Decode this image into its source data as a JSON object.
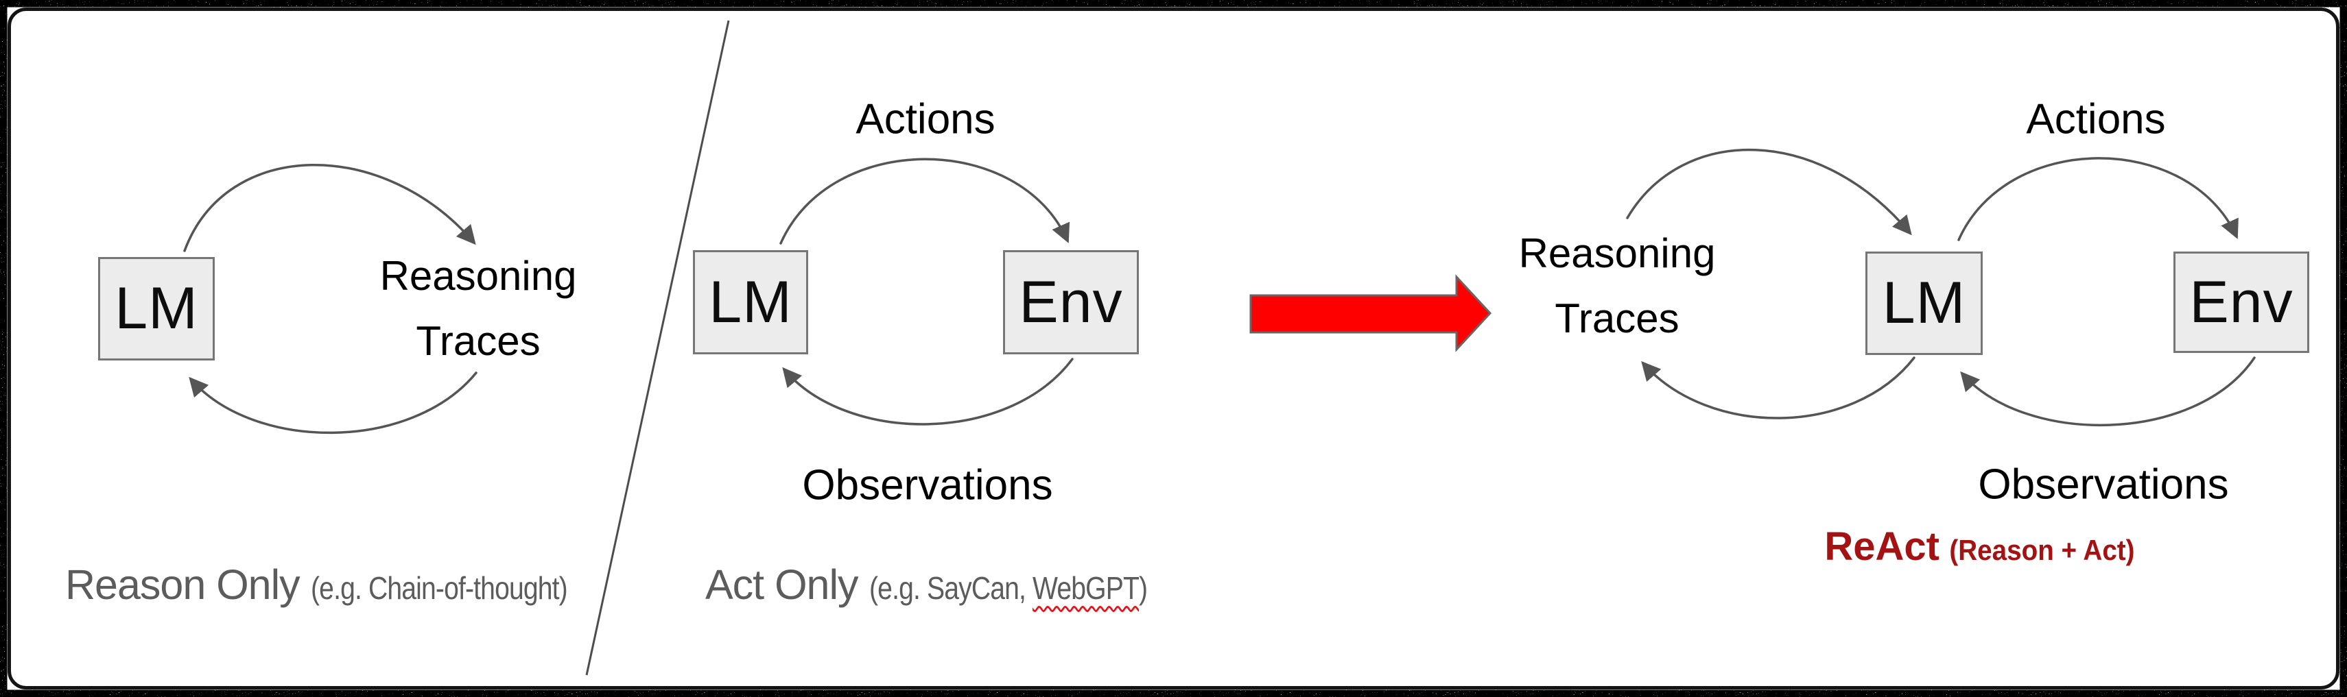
{
  "colors": {
    "arrow_red": "#fe0000",
    "react_red": "#a31313",
    "caption_gray": "#5c5c5c",
    "diagram_gray": "#555555",
    "box_fill": "#ececec",
    "box_border": "#767676",
    "squiggle_red": "#e8141a",
    "card_border": "#141414"
  },
  "reason_only": {
    "lm": "LM",
    "node_line1": "Reasoning",
    "node_line2": "Traces",
    "caption": "Reason Only",
    "caption_note": "(e.g. Chain-of-thought)"
  },
  "act_only": {
    "lm": "LM",
    "env": "Env",
    "actions": "Actions",
    "observations": "Observations",
    "caption": "Act Only",
    "note_prefix": "(e.g. SayCan, ",
    "note_flagged": "WebGPT",
    "note_suffix": ")"
  },
  "react": {
    "lm": "LM",
    "env": "Env",
    "node_line1": "Reasoning",
    "node_line2": "Traces",
    "actions": "Actions",
    "observations": "Observations",
    "caption": "ReAct",
    "caption_note": "(Reason + Act)"
  }
}
